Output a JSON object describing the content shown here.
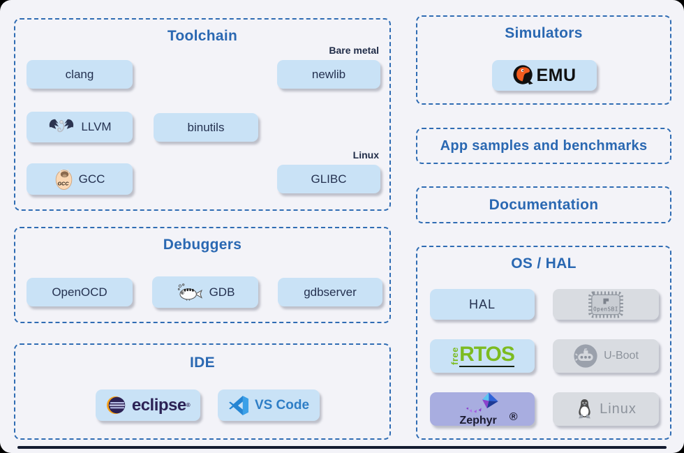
{
  "colors": {
    "page_bg": "#f3f3f8",
    "dashed_border": "#2f6cb3",
    "title_blue": "#2a68b2",
    "chip_blue": "#c9e2f6",
    "chip_gray": "#d9dce1",
    "zephyr_purple": "#a8ade0",
    "text_dark": "#243150",
    "gray_text": "#8d939c",
    "freertos_green": "#7cbb21",
    "eclipse_purple": "#2c2255",
    "vscode_blue": "#2e7ec6",
    "qemu_orange": "#f25c1f",
    "bottom_bar": "#141c31"
  },
  "toolchain": {
    "title": "Toolchain",
    "bare_metal_label": "Bare metal",
    "linux_label": "Linux",
    "clang": "clang",
    "newlib": "newlib",
    "llvm": "LLVM",
    "binutils": "binutils",
    "gcc": "GCC",
    "gcc_egg_text": "GCC",
    "glibc": "GLIBC"
  },
  "debuggers": {
    "title": "Debuggers",
    "openocd": "OpenOCD",
    "gdb": "GDB",
    "gdbserver": "gdbserver"
  },
  "ide": {
    "title": "IDE",
    "eclipse": "eclipse",
    "eclipse_reg": "®",
    "vscode": "VS Code"
  },
  "simulators": {
    "title": "Simulators",
    "qemu_text": "EMU"
  },
  "app_samples": {
    "title": "App samples and benchmarks"
  },
  "documentation": {
    "title": "Documentation"
  },
  "os_hal": {
    "title": "OS / HAL",
    "hal": "HAL",
    "opensbi": "OpenSBI",
    "freertos_free": "free",
    "freertos_rtos": "RTOS",
    "uboot": "U-Boot",
    "zephyr": "Zephyr",
    "zephyr_reg": "®",
    "linux": "Linux"
  }
}
